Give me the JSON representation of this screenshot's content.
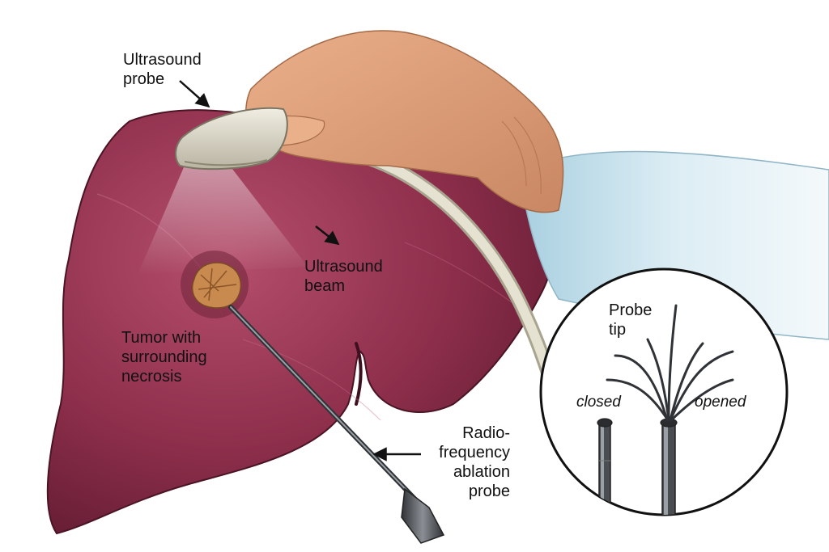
{
  "labels": {
    "ultrasound_probe": [
      "Ultrasound",
      "probe"
    ],
    "ultrasound_beam": [
      "Ultrasound",
      "beam"
    ],
    "tumor": [
      "Tumor with",
      "surrounding",
      "necrosis"
    ],
    "rfa_probe": [
      "Radio-",
      "frequency",
      "ablation",
      "probe"
    ],
    "probe_tip": [
      "Probe",
      "tip"
    ],
    "closed": "closed",
    "opened": "opened"
  },
  "colors": {
    "liver_base": "#8e2f4c",
    "liver_light": "#b04a68",
    "liver_dark": "#5e1a30",
    "skin": "#e3a07a",
    "skin_dark": "#c07a55",
    "sleeve": "#bcd9e6",
    "probe_body": "#dcd8c8",
    "cable": "#d9d5c2",
    "needle": "#4a4d52",
    "tumor": "#c98a4f",
    "ink": "#111111"
  },
  "icons": {
    "ultrasound_probe": "ultrasound-probe-icon",
    "rfa_probe": "rfa-needle-icon",
    "inset": "probe-tip-inset"
  }
}
